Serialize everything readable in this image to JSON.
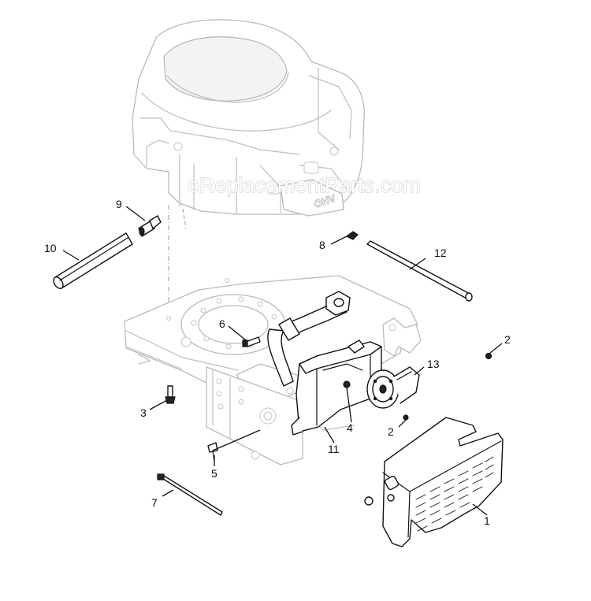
{
  "watermark": "eReplacementParts.com",
  "engine_badge": "OHV",
  "callouts": [
    {
      "id": "1",
      "label": "1"
    },
    {
      "id": "2a",
      "label": "2"
    },
    {
      "id": "2b",
      "label": "2"
    },
    {
      "id": "3",
      "label": "3"
    },
    {
      "id": "4",
      "label": "4"
    },
    {
      "id": "5",
      "label": "5"
    },
    {
      "id": "6",
      "label": "6"
    },
    {
      "id": "7",
      "label": "7"
    },
    {
      "id": "8",
      "label": "8"
    },
    {
      "id": "9",
      "label": "9"
    },
    {
      "id": "10",
      "label": "10"
    },
    {
      "id": "11",
      "label": "11"
    },
    {
      "id": "12",
      "label": "12"
    },
    {
      "id": "13",
      "label": "13"
    }
  ]
}
